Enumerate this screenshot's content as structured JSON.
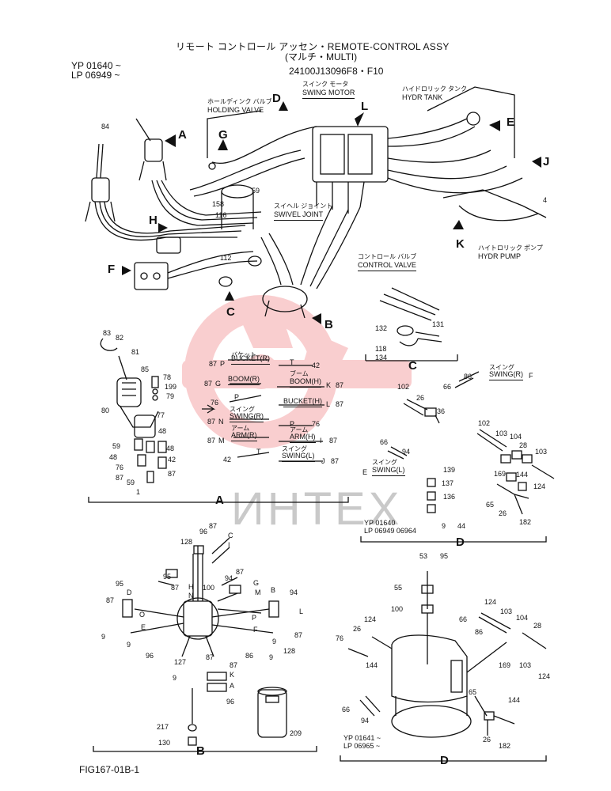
{
  "header": {
    "title": "リモート コントロール アッセン・REMOTE-CONTROL ASSY",
    "subtitle": "(マルチ・MULTI)",
    "part_number": "24100J13096F8・F10",
    "serial_yp": "YP 01640 ~",
    "serial_lp": "LP 06949 ~"
  },
  "labels": {
    "holding_valve_jp": "ホールディンク バルブ",
    "holding_valve": "HOLDING VALVE",
    "swing_motor_jp": "スインク モータ",
    "swing_motor": "SWING MOTOR",
    "hydr_tank_jp": "ハイドロリック タンク",
    "hydr_tank": "HYDR TANK",
    "swivel_joint_jp": "スイヘル ジョイント",
    "swivel_joint": "SWIVEL JOINT",
    "control_valve_jp": "コントロール バルブ",
    "control_valve": "CONTROL VALVE",
    "hydr_pump_jp": "ハイトロリック ポンプ",
    "hydr_pump": "HYDR PUMP"
  },
  "view_letters": {
    "A": "A",
    "B": "B",
    "C": "C",
    "D": "D",
    "E": "E",
    "F": "F",
    "G": "G",
    "H": "H",
    "J": "J",
    "K": "K",
    "L": "L"
  },
  "section_captions": {
    "a": "A",
    "b": "B",
    "c": "C",
    "d1": "D",
    "d2": "D"
  },
  "hose_table": {
    "rows": [
      {
        "left_num": "87",
        "left_mark": "P",
        "left_label": "BUCKET(R)",
        "left_jp": "バケット",
        "right_num": "42",
        "right_label": "T",
        "right_mark": ""
      },
      {
        "left_num": "87",
        "left_mark": "G",
        "left_label": "BOOM(R)",
        "left_jp": "",
        "right_num": "87",
        "right_label": "BOOM(H)",
        "right_mark": "K",
        "right_jp": "ブーム"
      },
      {
        "left_num": "76",
        "left_mark": "",
        "left_label": "P",
        "left_jp": "",
        "right_num": "87",
        "right_label": "BUCKET(H)",
        "right_mark": "L"
      },
      {
        "left_num": "87",
        "left_mark": "N",
        "left_label": "SWING(R)",
        "left_jp": "スイング",
        "right_num": "76",
        "right_label": "P",
        "right_mark": ""
      },
      {
        "left_num": "87",
        "left_mark": "M",
        "left_label": "ARM(R)",
        "left_jp": "アーム",
        "right_num": "87",
        "right_label": "ARM(H)",
        "right_mark": "I",
        "right_jp": "アーム"
      },
      {
        "left_num": "42",
        "left_mark": "",
        "left_label": "T",
        "left_jp": "",
        "right_num": "87",
        "right_label": "SWING(L)",
        "right_mark": "J",
        "right_jp": "スイング"
      }
    ]
  },
  "swing_r_label": "SWING(R)",
  "swing_r_jp": "スイング",
  "swing_r_mark": "F",
  "swing_l_label": "SWING(L)",
  "swing_l_jp": "スイング",
  "swing_l_mark": "E",
  "serial_mid": {
    "yp": "YP 01640",
    "lp": "LP 06949 06964",
    "n1": "9",
    "n2": "44"
  },
  "serial_bottom": {
    "yp": "YP 01641 ~",
    "lp": "LP 06965 ~"
  },
  "figure_id": "FIG167-01B-1",
  "watermark": "ИНТЕХ",
  "part_numbers": {
    "top": [
      "84",
      "59",
      "158",
      "116",
      "112",
      "4"
    ],
    "viewA": [
      "83",
      "82",
      "81",
      "85",
      "78",
      "199",
      "79",
      "80",
      "77",
      "48",
      "59",
      "48",
      "48",
      "76",
      "42",
      "87",
      "87",
      "59",
      "1"
    ],
    "viewC": [
      "131",
      "132",
      "118",
      "134"
    ],
    "viewD": [
      "86",
      "66",
      "102",
      "26",
      "36",
      "102",
      "103",
      "104",
      "28",
      "103",
      "169",
      "144",
      "124",
      "65",
      "26",
      "182",
      "66",
      "94",
      "139",
      "137",
      "136"
    ],
    "viewB": [
      "87",
      "96",
      "128",
      "C",
      "I",
      "95",
      "87",
      "94",
      "87",
      "G",
      "M",
      "H",
      "N",
      "100",
      "D",
      "87",
      "95",
      "B",
      "94",
      "L",
      "87",
      "O",
      "P",
      "F",
      "E",
      "9",
      "9",
      "9",
      "96",
      "127",
      "86",
      "9",
      "128",
      "87",
      "9",
      "87",
      "K",
      "A",
      "96",
      "217",
      "130",
      "209"
    ],
    "viewD2": [
      "53",
      "95",
      "55",
      "100",
      "124",
      "66",
      "103",
      "104",
      "28",
      "86",
      "76",
      "26",
      "124",
      "144",
      "169",
      "103",
      "124",
      "65",
      "144",
      "66",
      "94",
      "26",
      "182"
    ]
  },
  "colors": {
    "line": "#111111",
    "watermark": "#e8252b",
    "watermark_text": "#c9c9c9"
  }
}
